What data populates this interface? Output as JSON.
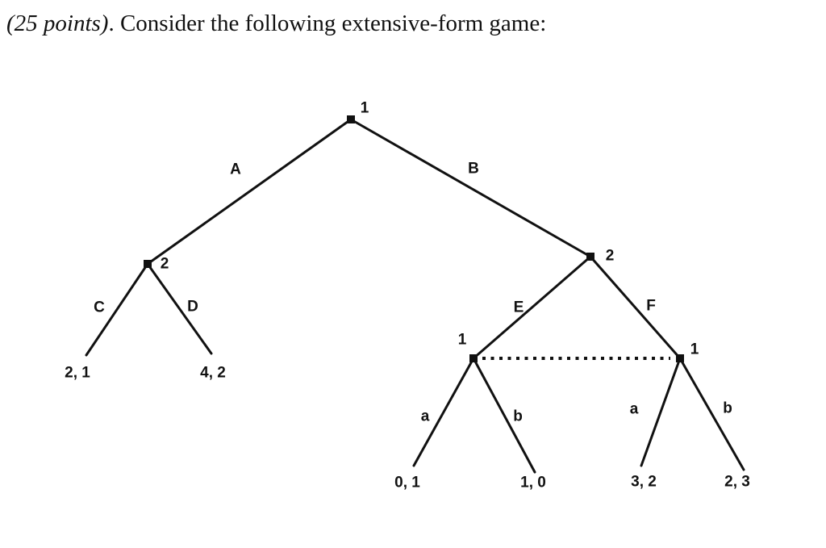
{
  "header": {
    "points_label": "(25 points)",
    "sentence": ". Consider the following extensive-form game:"
  },
  "colors": {
    "ink": "#111111",
    "background": "#ffffff"
  },
  "game_tree": {
    "players": {
      "root": "1",
      "left_decision": "2",
      "right_decision": "2",
      "info_set_left": "1",
      "info_set_right": "1"
    },
    "actions": {
      "A": "A",
      "B": "B",
      "C": "C",
      "D": "D",
      "E": "E",
      "F": "F",
      "a_left": "a",
      "b_left": "b",
      "a_right": "a",
      "b_right": "b"
    },
    "payoffs": {
      "after_C": "2, 1",
      "after_D": "4, 2",
      "after_a_left": "0, 1",
      "after_b_left": "1, 0",
      "after_a_right": "3, 2",
      "after_b_right": "2, 3"
    },
    "information_set": {
      "line_style": "dotted"
    }
  }
}
